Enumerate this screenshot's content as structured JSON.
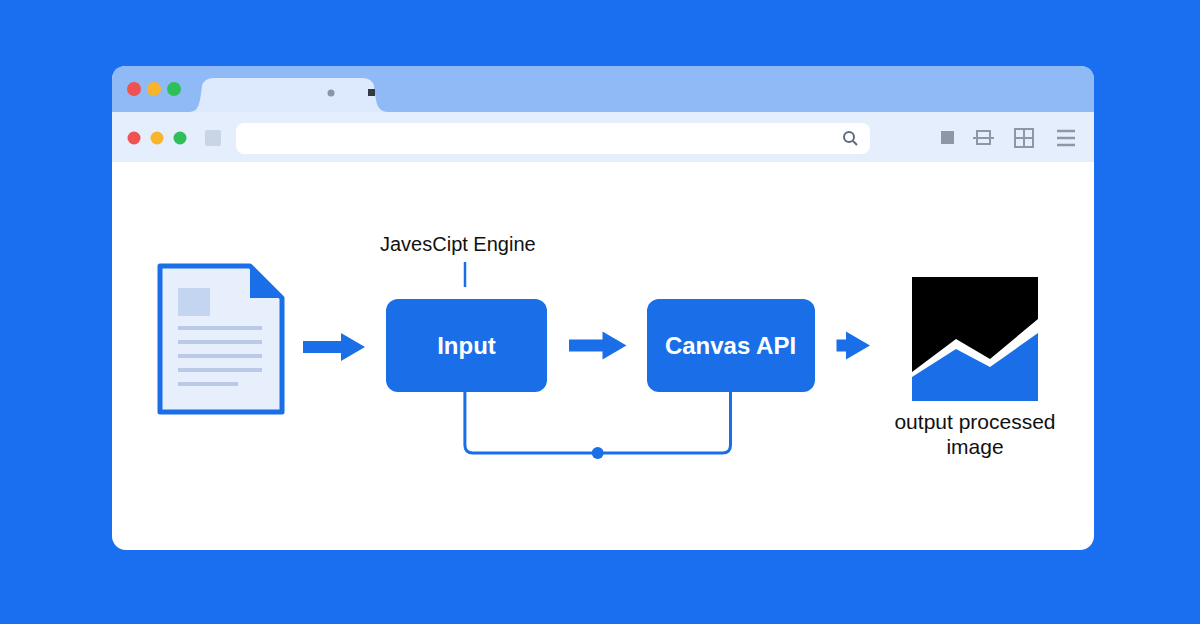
{
  "diagram": {
    "nodes": [
      {
        "text": [
          "Input"
        ]
      },
      {
        "text": [
          "Canvas API"
        ]
      },
      {
        "text": [
          "output processed image"
        ]
      }
    ],
    "edges": [
      {
        "from": 0,
        "to": 1,
        "arrow": "to"
      },
      {
        "from": 0,
        "to": 1,
        "arrow": "none"
      },
      {
        "from": 1,
        "to": 2,
        "arrow": "to"
      }
    ],
    "labels": [
      "JavesCipt Engine"
    ]
  }
}
